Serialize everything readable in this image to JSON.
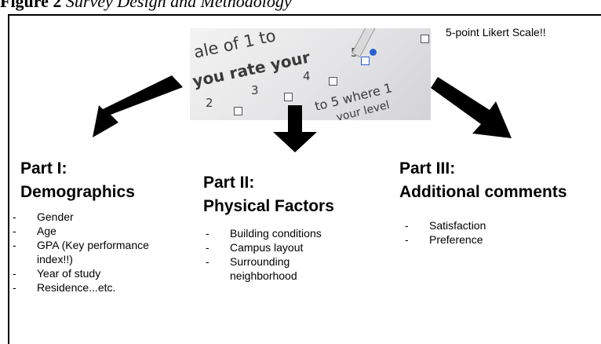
{
  "caption": {
    "figure": "Figure 2",
    "subtitle": "Survey Design and Methodology"
  },
  "photo": {
    "line1": "ale of 1 to",
    "line2": "you rate your",
    "line3": "to 5 where 1",
    "line4": "your level",
    "num1": "2",
    "num2": "3",
    "num3": "4",
    "num4": "5",
    "pen_color": "#2a62d4"
  },
  "likert_note": "5-point Likert Scale!!",
  "arrows": {
    "color": "#000000"
  },
  "parts": [
    {
      "title_line1": "Part I:",
      "title_line2": "Demographics",
      "items": [
        "Gender",
        "Age",
        "GPA (Key performance index!!)",
        "Year of study",
        "Residence...etc."
      ]
    },
    {
      "title_line1": "Part II:",
      "title_line2": "Physical Factors",
      "items": [
        "Building conditions",
        "Campus layout",
        "Surrounding neighborhood"
      ]
    },
    {
      "title_line1": "Part III:",
      "title_line2": "Additional comments",
      "items": [
        "Satisfaction",
        "Preference"
      ]
    }
  ]
}
